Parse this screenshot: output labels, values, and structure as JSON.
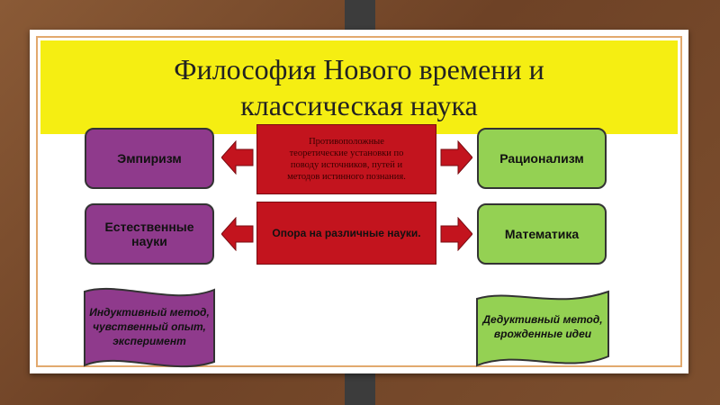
{
  "title": {
    "line1": "Философия Нового времени и",
    "line2": "классическая наука"
  },
  "left": {
    "box1": "Эмпиризм",
    "box2_line1": "Естественные",
    "box2_line2": "науки",
    "banner_lines": [
      "Индуктивный метод,",
      "чувственный опыт,",
      "эксперимент"
    ]
  },
  "center": {
    "top_lines": [
      "Противоположные",
      "теоретические установки по",
      "поводу источников, путей и",
      "методов истинного познания."
    ],
    "middle": "Опора на различные науки."
  },
  "right": {
    "box1": "Рационализм",
    "box2": "Математика",
    "banner_lines": [
      "Дедуктивный метод,",
      "врожденные идеи"
    ]
  },
  "colors": {
    "title_band": "#f5ee12",
    "purple_box": "#8f3a8c",
    "green_box": "#94d153",
    "center_red": "#c3141e",
    "arrow_red": "#c3141e"
  }
}
